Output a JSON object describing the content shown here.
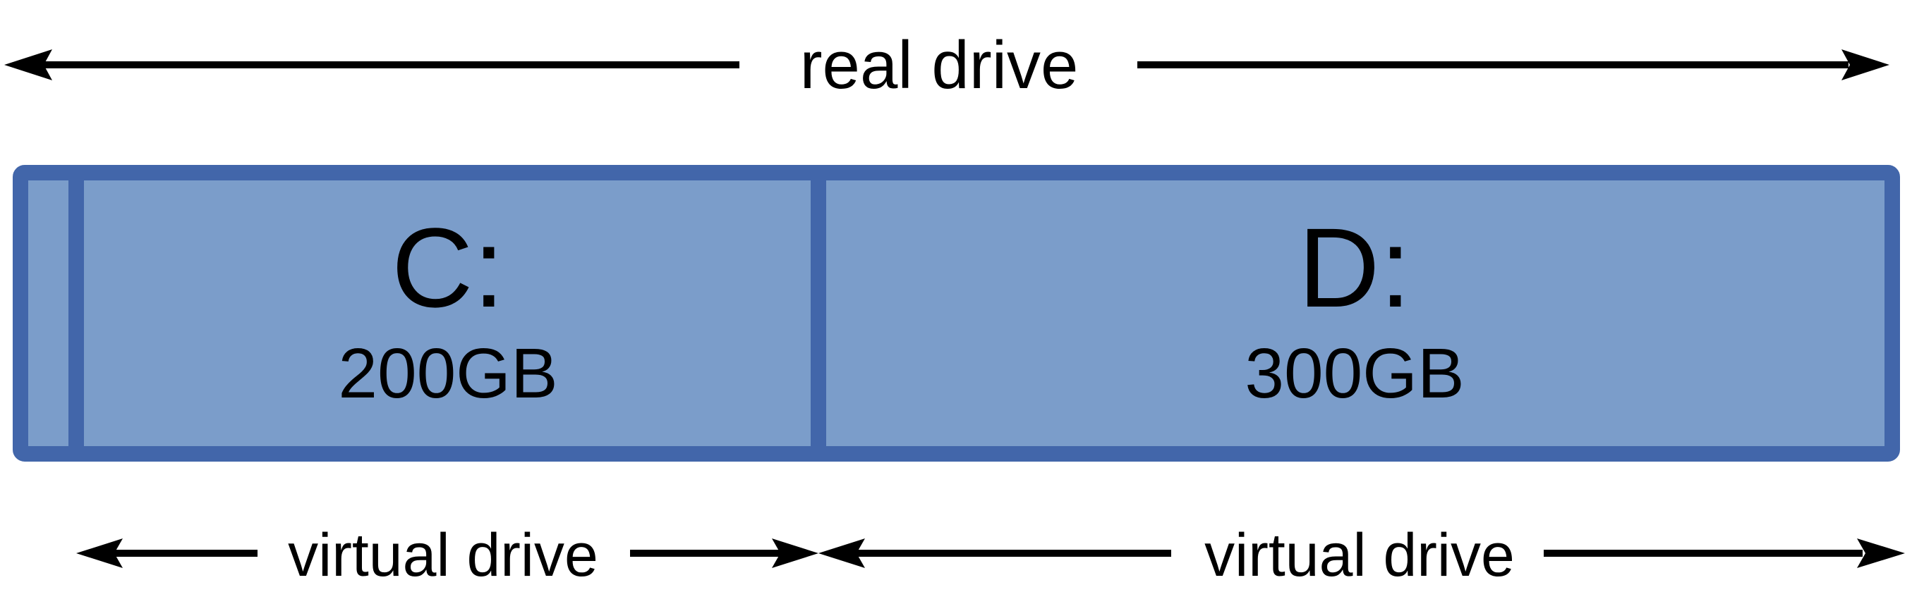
{
  "real_drive": {
    "label": "real drive"
  },
  "partitions": [
    {
      "letter": "C:",
      "size": "200GB",
      "virtual_label": "virtual drive"
    },
    {
      "letter": "D:",
      "size": "300GB",
      "virtual_label": "virtual drive"
    }
  ],
  "colors": {
    "fill": "#7b9dca",
    "border": "#4266aa",
    "text": "#000000",
    "arrow": "#000000"
  }
}
